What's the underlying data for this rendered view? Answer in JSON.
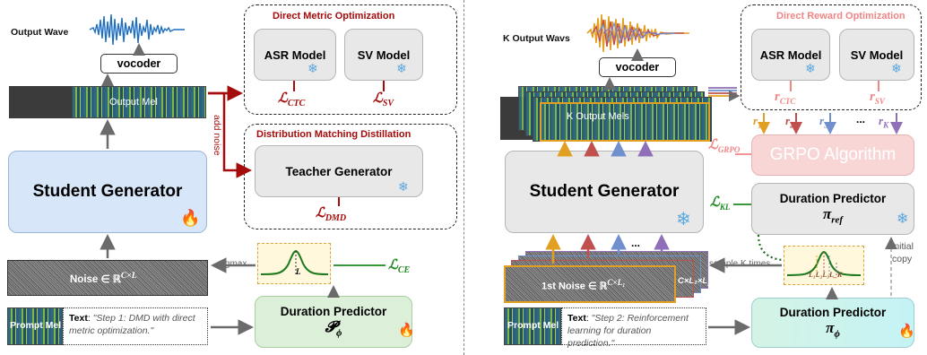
{
  "left": {
    "output_wave": "Output Wave",
    "vocoder": "vocoder",
    "output_mel": "Output Mel",
    "add_noise": "add noise",
    "student_generator": "Student Generator",
    "noise_label": "Noise ∈ ℝ",
    "noise_sup": "C×L",
    "argmax": "argmax",
    "gauss_L": "L",
    "loss_ce": "ℒ",
    "loss_ce_sub": "CE",
    "prompt_mel": "Prompt Mel",
    "text_label": "Text",
    "text_quote": "\"Step 1: DMD with direct metric optimization.\"",
    "duration_predictor": "Duration Predictor",
    "dp_symbol": "𝓟",
    "dp_sub": "ϕ",
    "dmo_title": "Direct Metric Optimization",
    "asr_model": "ASR Model",
    "sv_model": "SV Model",
    "loss_ctc": "ℒ",
    "loss_ctc_sub": "CTC",
    "loss_sv": "ℒ",
    "loss_sv_sub": "SV",
    "dmd_title": "Distribution Matching Distillation",
    "teacher_generator": "Teacher Generator",
    "loss_dmd": "ℒ",
    "loss_dmd_sub": "DMD"
  },
  "right": {
    "k_output_wavs": "K Output Wavs",
    "vocoder": "vocoder",
    "k_output_mels": "K Output Mels",
    "student_generator": "Student Generator",
    "noise_label": "1st Noise ∈ ℝ",
    "noise_sup": "C×L₁",
    "noise_back_label": "C×L₂",
    "noise_back_label2": "×L",
    "noise_back_label3": "K",
    "sample_k": "sample K times",
    "gauss_labels": "L₁L₂L₃L_K",
    "dots": "...",
    "prompt_mel": "Prompt Mel",
    "text_label": "Text",
    "text_quote": "\"Step 2: Reinforcement learning for duration prediction.\"",
    "duration_predictor": "Duration Predictor",
    "dp_symbol": "π",
    "dp_sub": "ϕ",
    "duration_predictor_ref": "Duration Predictor",
    "dp_ref_symbol": "π",
    "dp_ref_sub": "ref",
    "initial_copy": "initial copy",
    "drο_title": "Direct Reward Optimization",
    "asr_model": "ASR Model",
    "sv_model": "SV Model",
    "r_ctc": "r",
    "r_ctc_sub": "CTC",
    "r_sv": "r",
    "r_sv_sub": "SV",
    "r1": "r",
    "r1_sub": "1",
    "r2": "r",
    "r2_sub": "2",
    "r3": "r",
    "r3_sub": "3",
    "rk": "r",
    "rk_sub": "K",
    "r_dots": "...",
    "grpo": "GRPO Algorithm",
    "loss_grpo": "ℒ",
    "loss_grpo_sub": "GRPO",
    "loss_kl": "ℒ",
    "loss_kl_sub": "KL"
  },
  "colors": {
    "dark_red": "#a50b0b",
    "pink": "#f08585",
    "green_loss": "#1e8a1e",
    "arrow_gray": "#6b6b6b",
    "sample_colors": [
      "#e0a020",
      "#c0504d",
      "#6f8fcf",
      "#8e6fb8"
    ]
  }
}
